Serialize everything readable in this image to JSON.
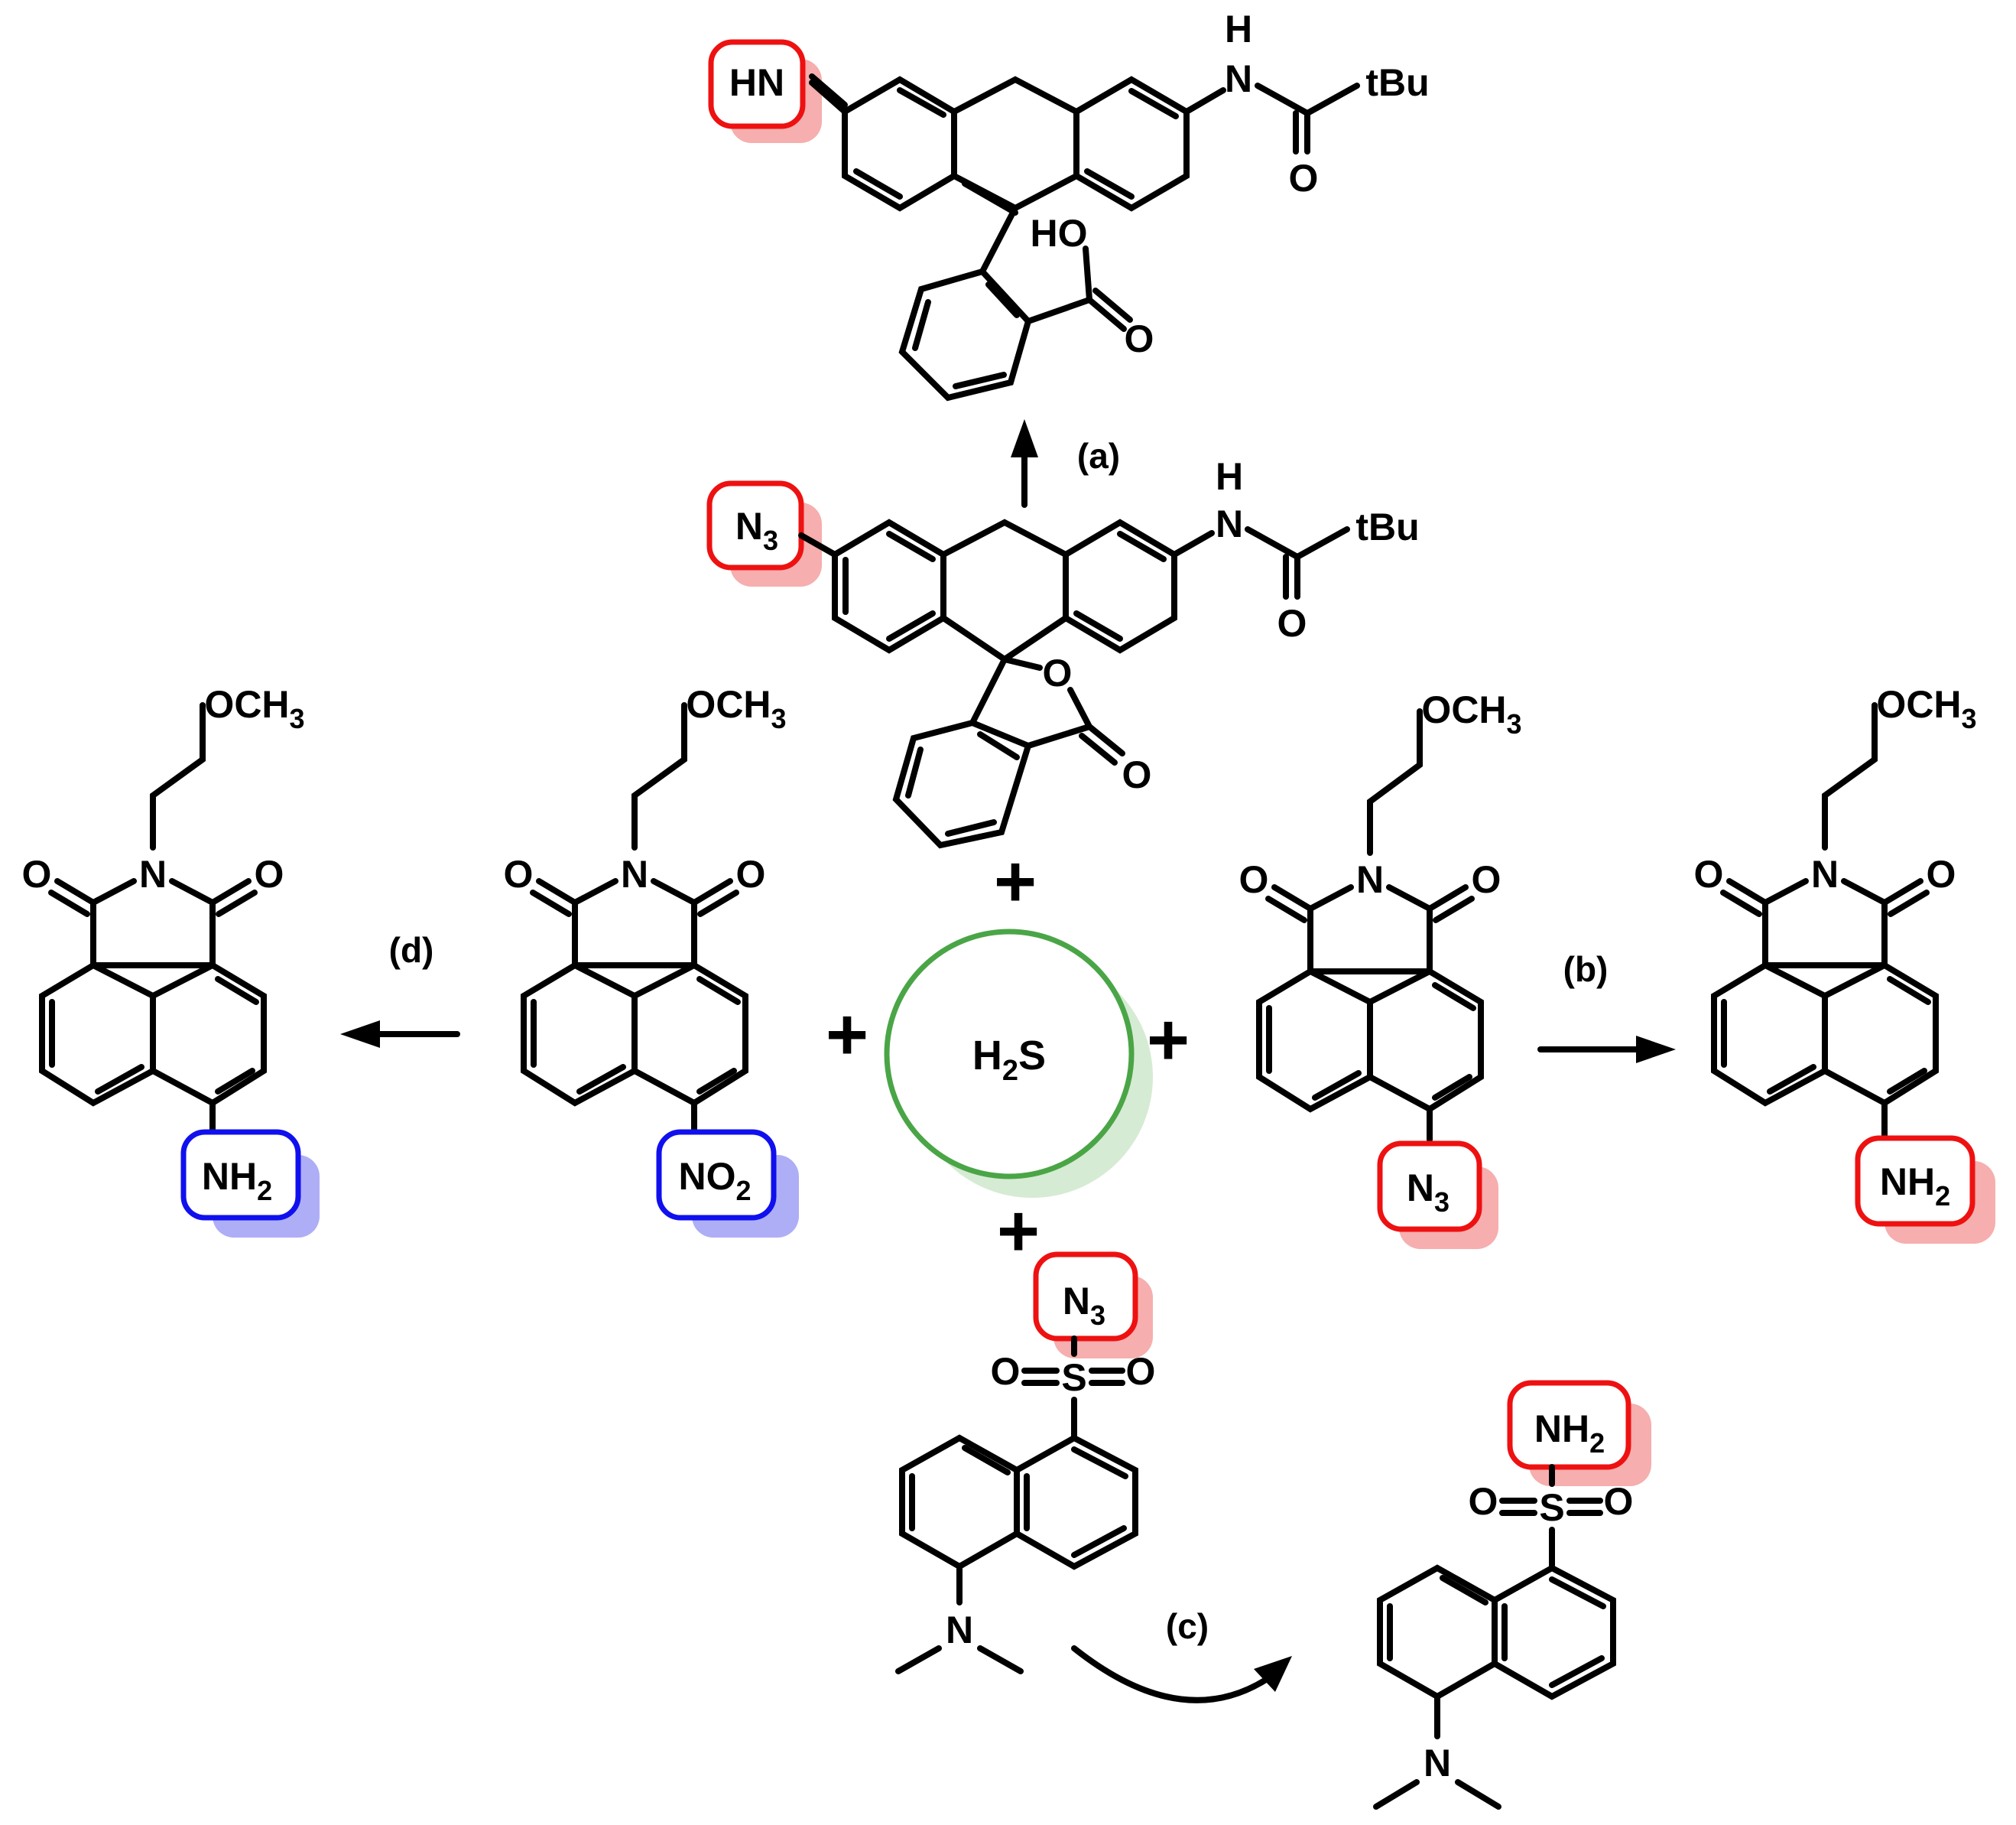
{
  "center": {
    "reagent": "H",
    "reagent_sub": "2",
    "reagent_tail": "S"
  },
  "plus": "+",
  "reactions": {
    "a": "(a)",
    "b": "(b)",
    "c": "(c)",
    "d": "(d)"
  },
  "labels": {
    "hn": "HN",
    "n3": "N",
    "n3_sub": "3",
    "h": "H",
    "n": "N",
    "o": "O",
    "tbu": "tBu",
    "ho": "HO",
    "och3": "OCH",
    "och3_sub": "3",
    "nh2": "NH",
    "nh2_sub": "2",
    "no2": "NO",
    "no2_sub": "2",
    "s": "S"
  },
  "colors": {
    "azide_box": "#ee1111",
    "azide_shadow": "#f5a0a0",
    "nitro_box": "#1010ee",
    "nitro_shadow": "#a0a0f5",
    "h2s_ring": "#4aa546",
    "h2s_shadow": "#cfe8cb"
  }
}
